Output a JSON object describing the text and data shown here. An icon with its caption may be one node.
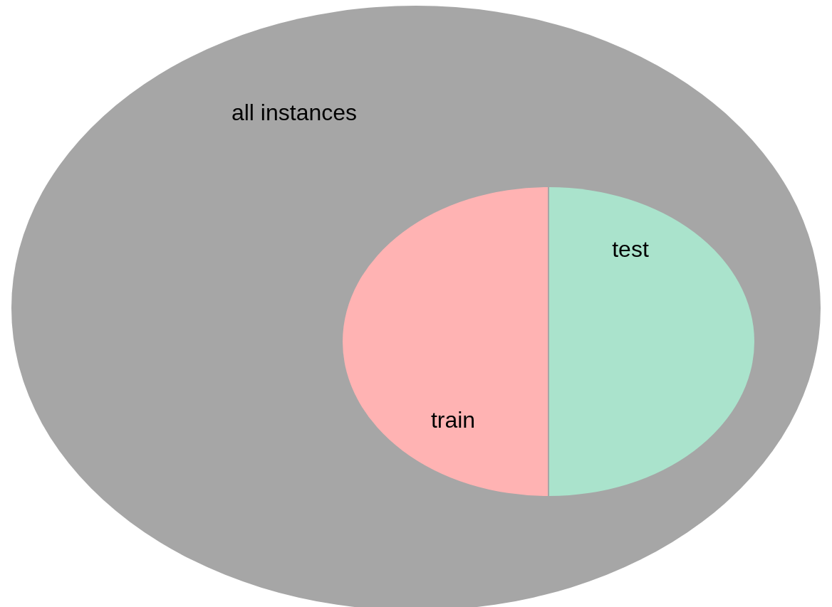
{
  "diagram": {
    "nodes": [
      {
        "text": [
          "all instances"
        ]
      },
      {
        "text": [
          "train"
        ],
        "in": 0
      },
      {
        "text": [
          "test"
        ],
        "in": 0
      }
    ]
  }
}
